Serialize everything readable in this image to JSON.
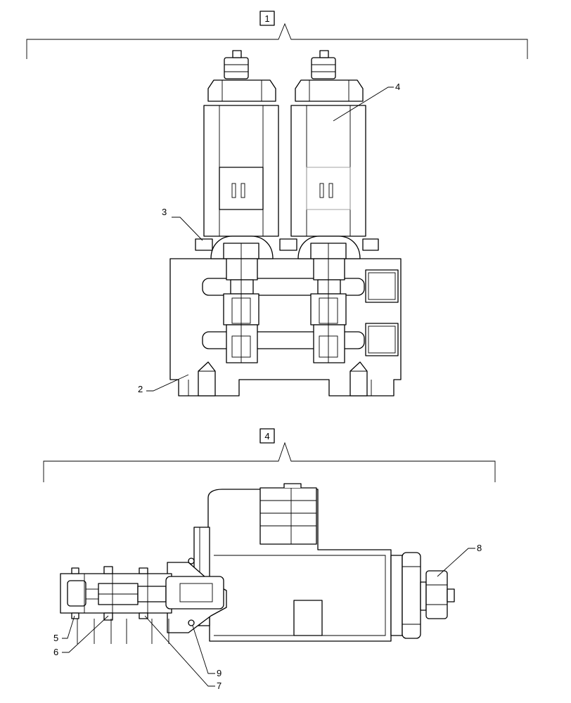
{
  "callouts": {
    "assembly_1": "1",
    "assembly_4": "4",
    "part_2": "2",
    "part_3": "3",
    "part_4": "4",
    "part_5": "5",
    "part_6": "6",
    "part_7": "7",
    "part_8": "8",
    "part_9": "9"
  }
}
